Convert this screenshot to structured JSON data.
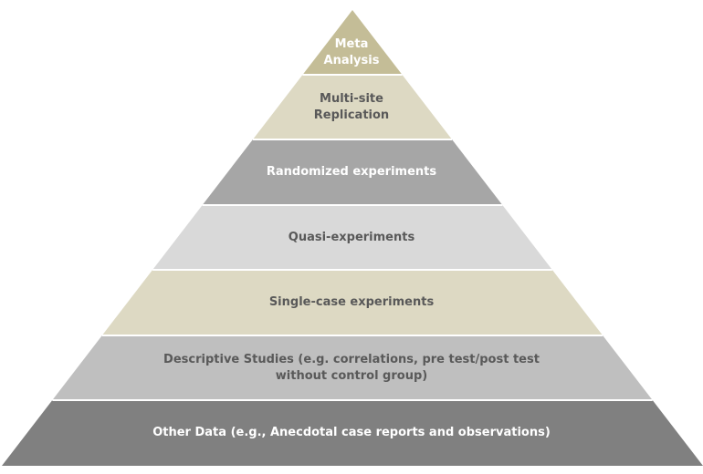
{
  "colors": {
    "light_text": "#ffffff",
    "dark_text": "#595959",
    "divider": "#ffffff"
  },
  "pyramid": {
    "tiers": [
      {
        "label": "Meta\nAnalysis",
        "fill": "#c4bd97",
        "text_color": "#ffffff"
      },
      {
        "label": "Multi-site\nReplication",
        "fill": "#ddd9c3",
        "text_color": "#595959"
      },
      {
        "label": "Randomized experiments",
        "fill": "#a6a6a6",
        "text_color": "#ffffff"
      },
      {
        "label": "Quasi-experiments",
        "fill": "#d9d9d9",
        "text_color": "#595959"
      },
      {
        "label": "Single-case experiments",
        "fill": "#ddd9c3",
        "text_color": "#595959"
      },
      {
        "label": "Descriptive Studies (e.g. correlations, pre test/post test\nwithout control group)",
        "fill": "#bfbfbf",
        "text_color": "#595959"
      },
      {
        "label": "Other Data (e.g., Anecdotal case reports and observations)",
        "fill": "#808080",
        "text_color": "#ffffff"
      }
    ]
  }
}
